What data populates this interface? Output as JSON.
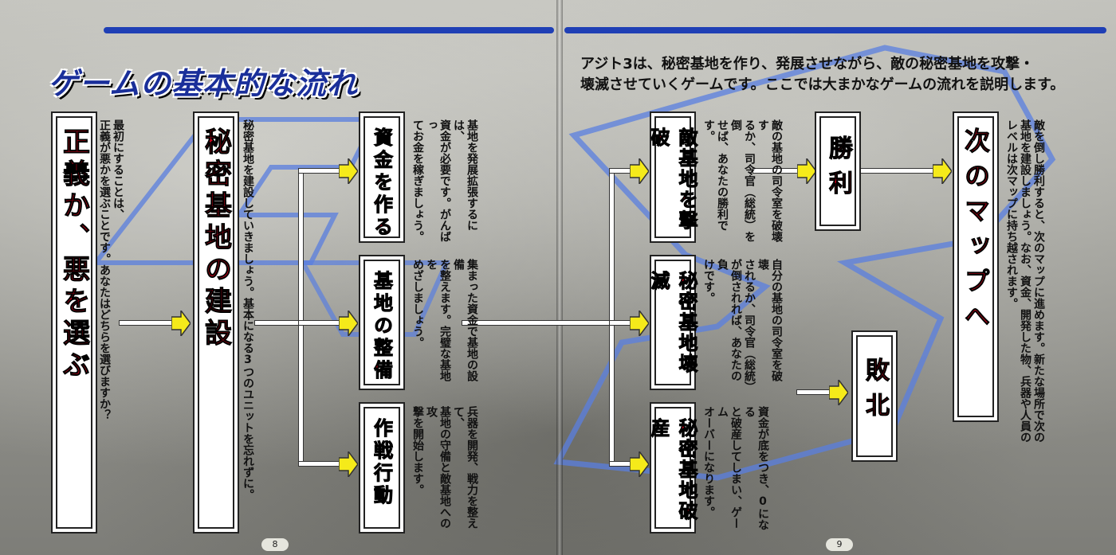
{
  "heading": "ゲームの基本的な流れ",
  "intro": [
    "アジト3は、秘密基地を作り、発展させながら、敵の秘密基地を攻撃・",
    "壊滅させていくゲームです。ここでは大まかなゲームの流れを説明します。"
  ],
  "steps": {
    "choose": {
      "label": "正義か、悪を選ぶ",
      "desc": [
        "最初にすることは、",
        "正義が悪かを選ぶことです。あなたはどちらを選びますか？"
      ]
    },
    "build": {
      "label": "秘密基地の建設",
      "desc": [
        "秘密基地を建設していきましょう。基本になる3つのユニットを忘れずに。"
      ]
    },
    "money": {
      "label": "資金を作る",
      "desc": [
        "基地を発展拡張するには、",
        "資金が必要です。がんばっ",
        "てお金を稼ぎましょう。"
      ]
    },
    "equip": {
      "label": "基地の整備",
      "desc": [
        "集まった資金で基地の設備",
        "を整えます。完璧な基地を",
        "めざしましょう。"
      ]
    },
    "operation": {
      "label": "作戦行動",
      "desc": [
        "兵器を開発、戦力を整えて、",
        "基地の守備と敵基地への攻",
        "撃を開始します。"
      ]
    },
    "enemy_destroy": {
      "label": "敵基地を撃破",
      "desc": [
        "敵の基地の司令室を破壊す",
        "るか、司令官（総統）を倒",
        "せば、あなたの勝利です。"
      ]
    },
    "base_destroyed": {
      "label": "秘密基地壊滅",
      "desc": [
        "自分の基地の司令室を破壊",
        "されるか、司令官（総統）",
        "が倒されれば、あなたの負",
        "けです。"
      ]
    },
    "bankrupt": {
      "label": "秘密基地破産",
      "desc": [
        "資金が底をつき、0になる",
        "と破産してしまい、ゲーム",
        "オーバーになります。"
      ]
    },
    "win": {
      "label": "勝利"
    },
    "lose": {
      "label": "敗北"
    },
    "next_map": {
      "label": "次のマップへ",
      "desc": [
        "敵を倒し勝利すると、次のマップに進めます。新たな場所で次の",
        "基地を建設しましょう。なお、資金、開発した物、兵器や人員の",
        "レベルは次マップに持ち越されます。"
      ]
    }
  },
  "page_numbers": {
    "left": "8",
    "right": "9"
  },
  "colors": {
    "accent_blue": "#1f3fb5",
    "label_red": "#d7001c",
    "arrow_yellow": "#f5ea1a"
  }
}
